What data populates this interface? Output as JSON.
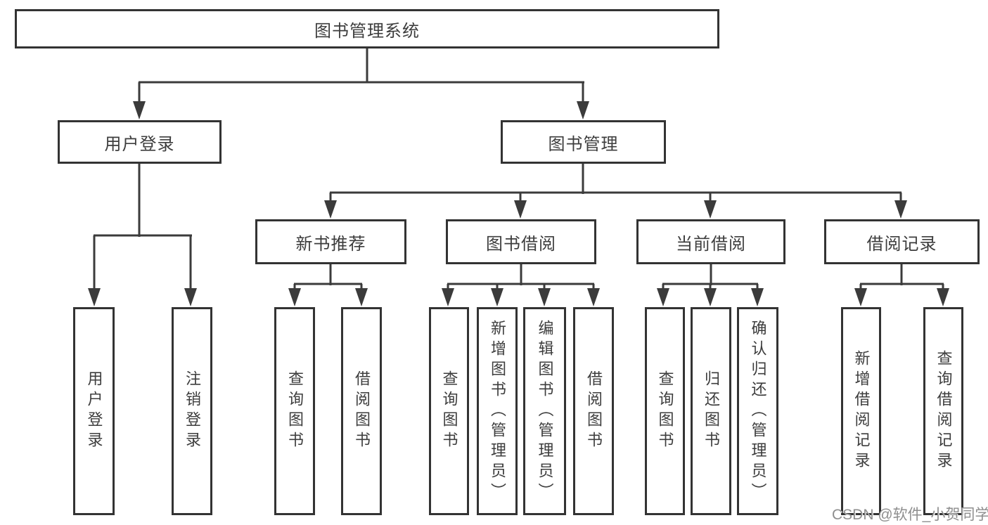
{
  "title": "图书管理系统",
  "level2": {
    "user_login": "用户登录",
    "book_mgmt": "图书管理"
  },
  "level3": {
    "new_books": "新书推荐",
    "book_borrow": "图书借阅",
    "current_borrow": "当前借阅",
    "borrow_records": "借阅记录"
  },
  "level4": {
    "user_login": [
      "用户登录",
      "注销登录"
    ],
    "new_books": [
      "查询图书",
      "借阅图书"
    ],
    "book_borrow": [
      "查询图书",
      "新增图书（管理员）",
      "编辑图书（管理员）",
      "借阅图书"
    ],
    "current_borrow": [
      "查询图书",
      "归还图书",
      "确认归还（管理员）"
    ],
    "borrow_records": [
      "新增借阅记录",
      "查询借阅记录"
    ]
  },
  "watermark": "CSDN @软件_小贺同学",
  "colors": {
    "line": "#3b3b3b",
    "box_border": "#333333",
    "text": "#3d3d3d",
    "watermark_text": "#8e8e8e",
    "background": "#ffffff"
  }
}
